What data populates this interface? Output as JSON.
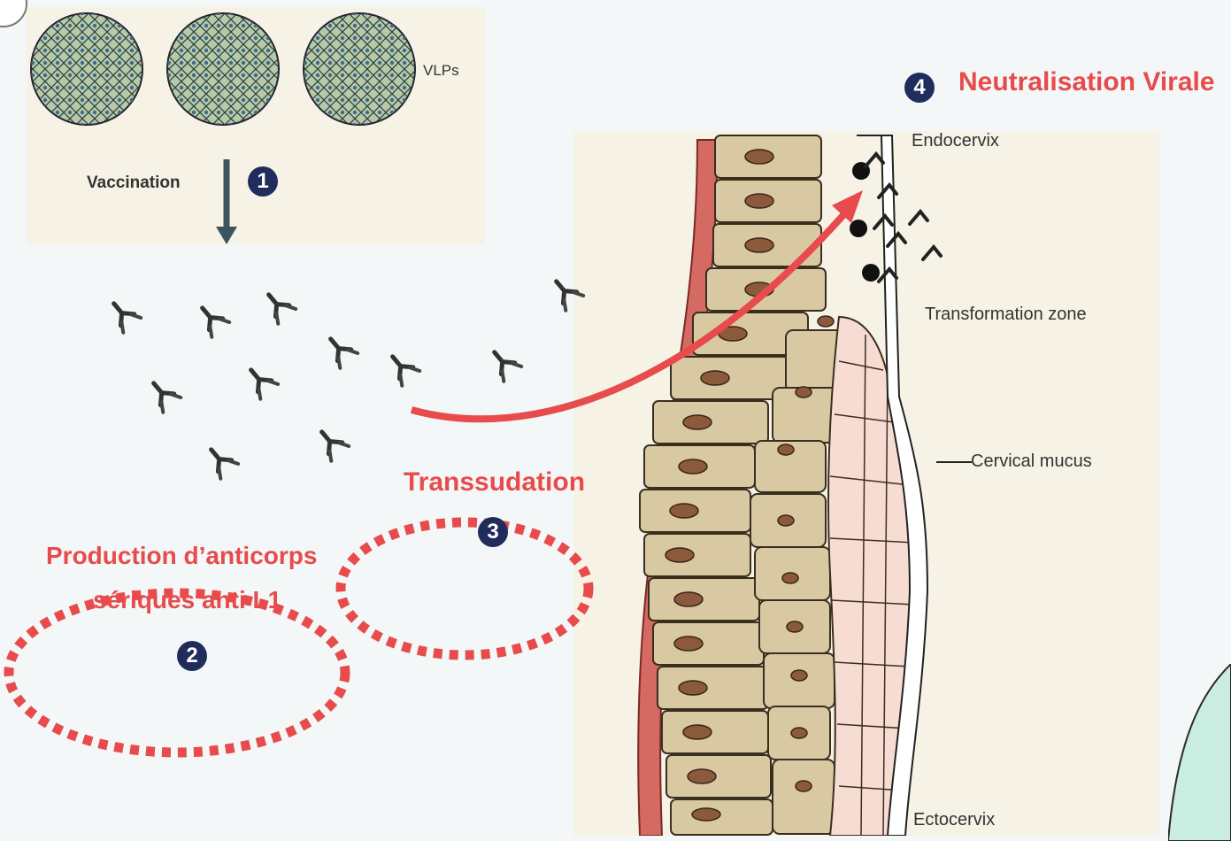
{
  "labels": {
    "vlps": "VLPs",
    "vaccination": "Vaccination",
    "step1": "1",
    "step2": "2",
    "step3": "3",
    "step4": "4",
    "neutralisation": "Neutralisation Virale",
    "endocervix": "Endocervix",
    "transformation_zone": "Transformation zone",
    "cervical_mucus": "Cervical mucus",
    "ectocervix": "Ectocervix",
    "transsudation": "Transsudation",
    "production_line1": "Production d’anticorps",
    "production_line2": "sériques anti L1"
  },
  "colors": {
    "accent_red": "#e84b4b",
    "badge_navy": "#1f2c5c",
    "cell_fill": "#d9c9a3",
    "basement": "#d46a62",
    "mucus": "#f7dcd3",
    "teal_corner": "#c9ede0"
  }
}
